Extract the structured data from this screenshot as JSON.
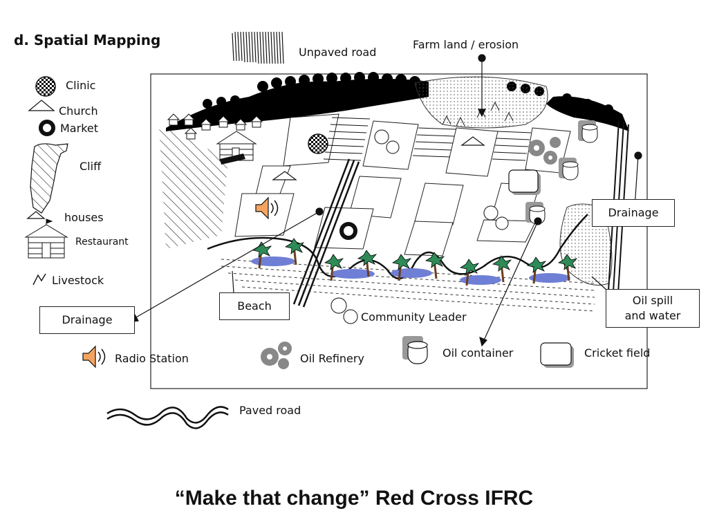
{
  "page": {
    "title": "d. Spatial Mapping",
    "footer": "“Make that change” Red Cross IFRC"
  },
  "legend": {
    "clinic": "Clinic",
    "church": "Church",
    "market": "Market",
    "cliff": "Cliff",
    "houses": "houses",
    "restaurant": "Restaurant",
    "livestock": "Livestock",
    "unpaved_road": "Unpaved road",
    "farm_land": "Farm land / erosion",
    "radio_station": "Radio Station",
    "oil_refinery": "Oil Refinery",
    "oil_container": "Oil container",
    "cricket_field": "Cricket field",
    "community_leader": "Community Leader",
    "paved_road": "Paved road"
  },
  "callouts": {
    "drainage_right": "Drainage",
    "drainage_left": "Drainage",
    "beach": "Beach",
    "oil_spill_line1": "Oil spill",
    "oil_spill_line2": "and water"
  },
  "colors": {
    "speaker": "#f4a460",
    "water": "#6f7fd6",
    "palm": "#2e8b57",
    "refinery": "#888888"
  }
}
